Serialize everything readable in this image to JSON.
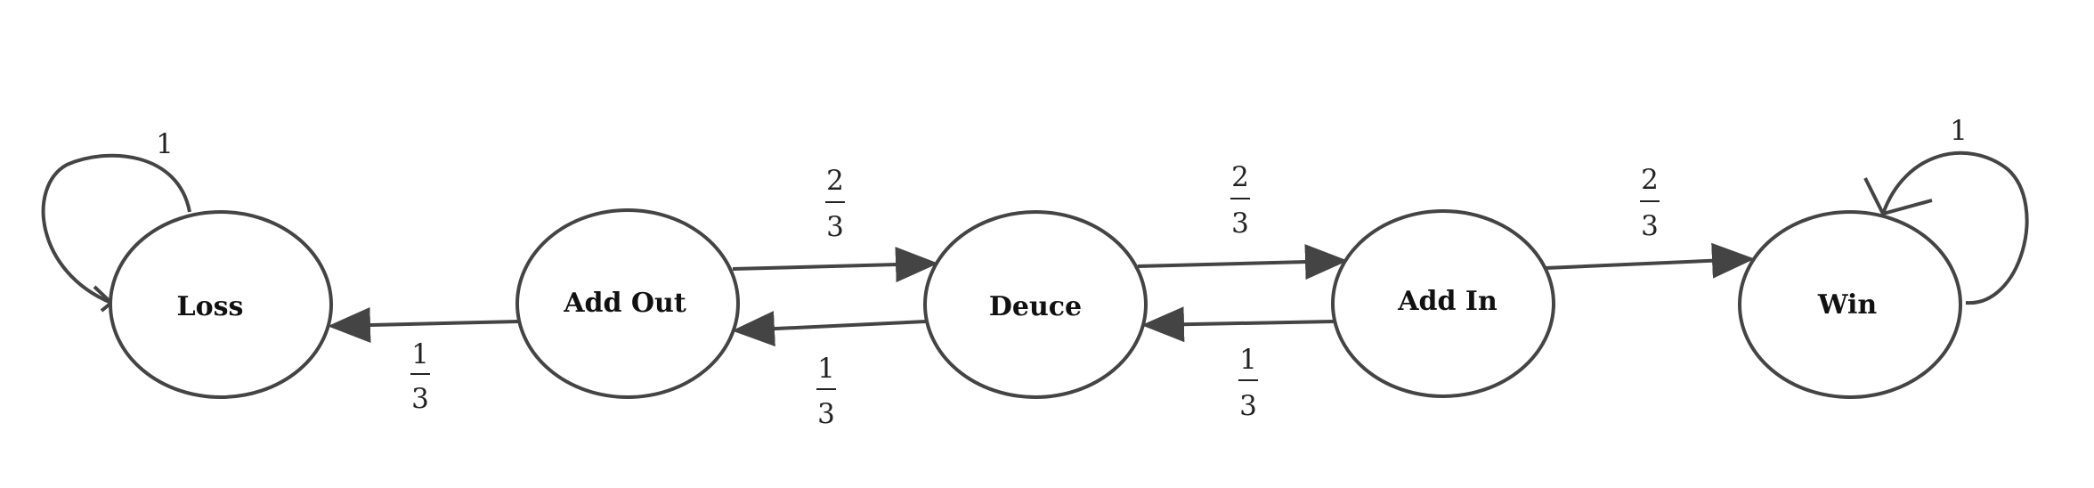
{
  "states": {
    "loss": "Loss",
    "add_out": "Add Out",
    "deuce": "Deuce",
    "add_in": "Add In",
    "win": "Win"
  },
  "transitions": [
    {
      "from": "Add Out",
      "to": "Loss",
      "prob_num": "1",
      "prob_den": "3"
    },
    {
      "from": "Add Out",
      "to": "Deuce",
      "prob_num": "2",
      "prob_den": "3"
    },
    {
      "from": "Deuce",
      "to": "Add Out",
      "prob_num": "1",
      "prob_den": "3"
    },
    {
      "from": "Deuce",
      "to": "Add In",
      "prob_num": "2",
      "prob_den": "3"
    },
    {
      "from": "Add In",
      "to": "Deuce",
      "prob_num": "1",
      "prob_den": "3"
    },
    {
      "from": "Add In",
      "to": "Win",
      "prob_num": "2",
      "prob_den": "3"
    }
  ],
  "self_loops": {
    "loss": {
      "state": "Loss",
      "prob": "1"
    },
    "win": {
      "state": "Win",
      "prob": "1"
    }
  },
  "colors": {
    "stroke": "#444444",
    "text": "#111111",
    "background": "#ffffff"
  }
}
